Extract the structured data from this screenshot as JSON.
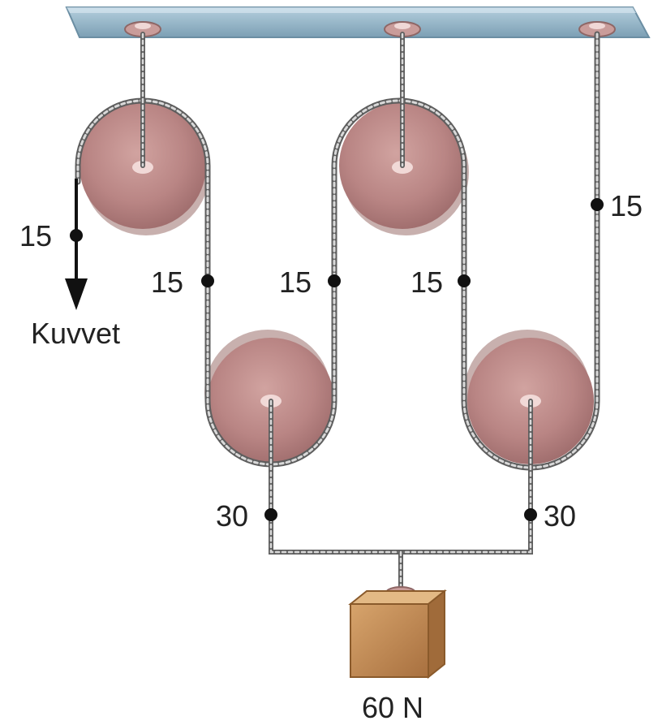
{
  "labels": {
    "force_label": "Kuvvet",
    "weight_label": "60 N",
    "tension_left_free": "15",
    "tension_left_drop": "15",
    "tension_mid_left": "15",
    "tension_mid_right": "15",
    "tension_right_rope": "15",
    "tension_bottom_left": "30",
    "tension_bottom_right": "30"
  },
  "colors": {
    "ceiling": "#8fb3c8",
    "pulley": "#b98584",
    "rope": "#8a8a8a",
    "box": "#b8824f",
    "marker": "#111111"
  }
}
